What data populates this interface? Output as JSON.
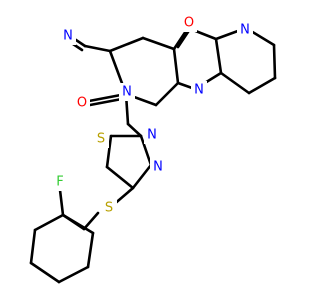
{
  "diagram": {
    "background": "#ffffff",
    "bond_color": "#000000",
    "atoms": [
      {
        "id": "N_nitrile",
        "label": "N",
        "color": "#0000ff"
      },
      {
        "id": "O_top",
        "label": "O",
        "color": "#ff0000"
      },
      {
        "id": "O_left",
        "label": "O",
        "color": "#ff0000"
      },
      {
        "id": "N_ring_top",
        "label": "N",
        "color": "#0000ff"
      },
      {
        "id": "N_ring_mid",
        "label": "N",
        "color": "#0000ff"
      },
      {
        "id": "N_ring_left",
        "label": "N",
        "color": "#0000ff"
      },
      {
        "id": "S_thiadiazole",
        "label": "S",
        "color": "#b8a000"
      },
      {
        "id": "N_thiadiazole_a",
        "label": "N",
        "color": "#0000ff"
      },
      {
        "id": "N_thiadiazole_b",
        "label": "N",
        "color": "#0000ff"
      },
      {
        "id": "S_thioether",
        "label": "S",
        "color": "#b8a000"
      },
      {
        "id": "F",
        "label": "F",
        "color": "#33cc33"
      }
    ]
  }
}
